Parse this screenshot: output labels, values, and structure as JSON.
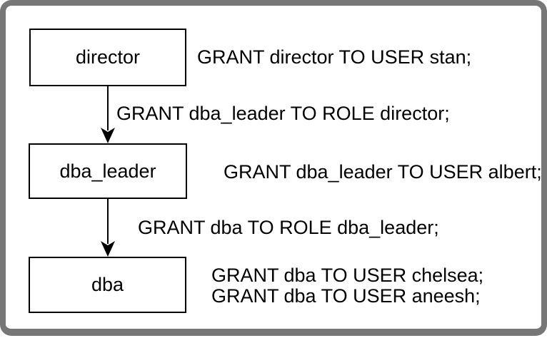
{
  "diagram": {
    "nodes": [
      {
        "id": "director",
        "label": "director"
      },
      {
        "id": "dba_leader",
        "label": "dba_leader"
      },
      {
        "id": "dba",
        "label": "dba"
      }
    ],
    "edges": [
      {
        "from": "director",
        "to": "dba_leader",
        "label": "GRANT dba_leader TO ROLE director;"
      },
      {
        "from": "dba_leader",
        "to": "dba",
        "label": "GRANT dba TO ROLE dba_leader;"
      }
    ],
    "annotations": [
      {
        "beside": "director",
        "text": "GRANT director TO USER stan;"
      },
      {
        "beside": "dba_leader",
        "text": "GRANT dba_leader TO USER albert;"
      },
      {
        "beside": "dba",
        "lines": [
          "GRANT dba TO USER chelsea;",
          "GRANT dba TO USER aneesh;"
        ]
      }
    ],
    "colors": {
      "frame_border": "#777777",
      "node_border": "#000000",
      "arrow": "#000000",
      "text": "#000000",
      "background": "#ffffff"
    }
  }
}
